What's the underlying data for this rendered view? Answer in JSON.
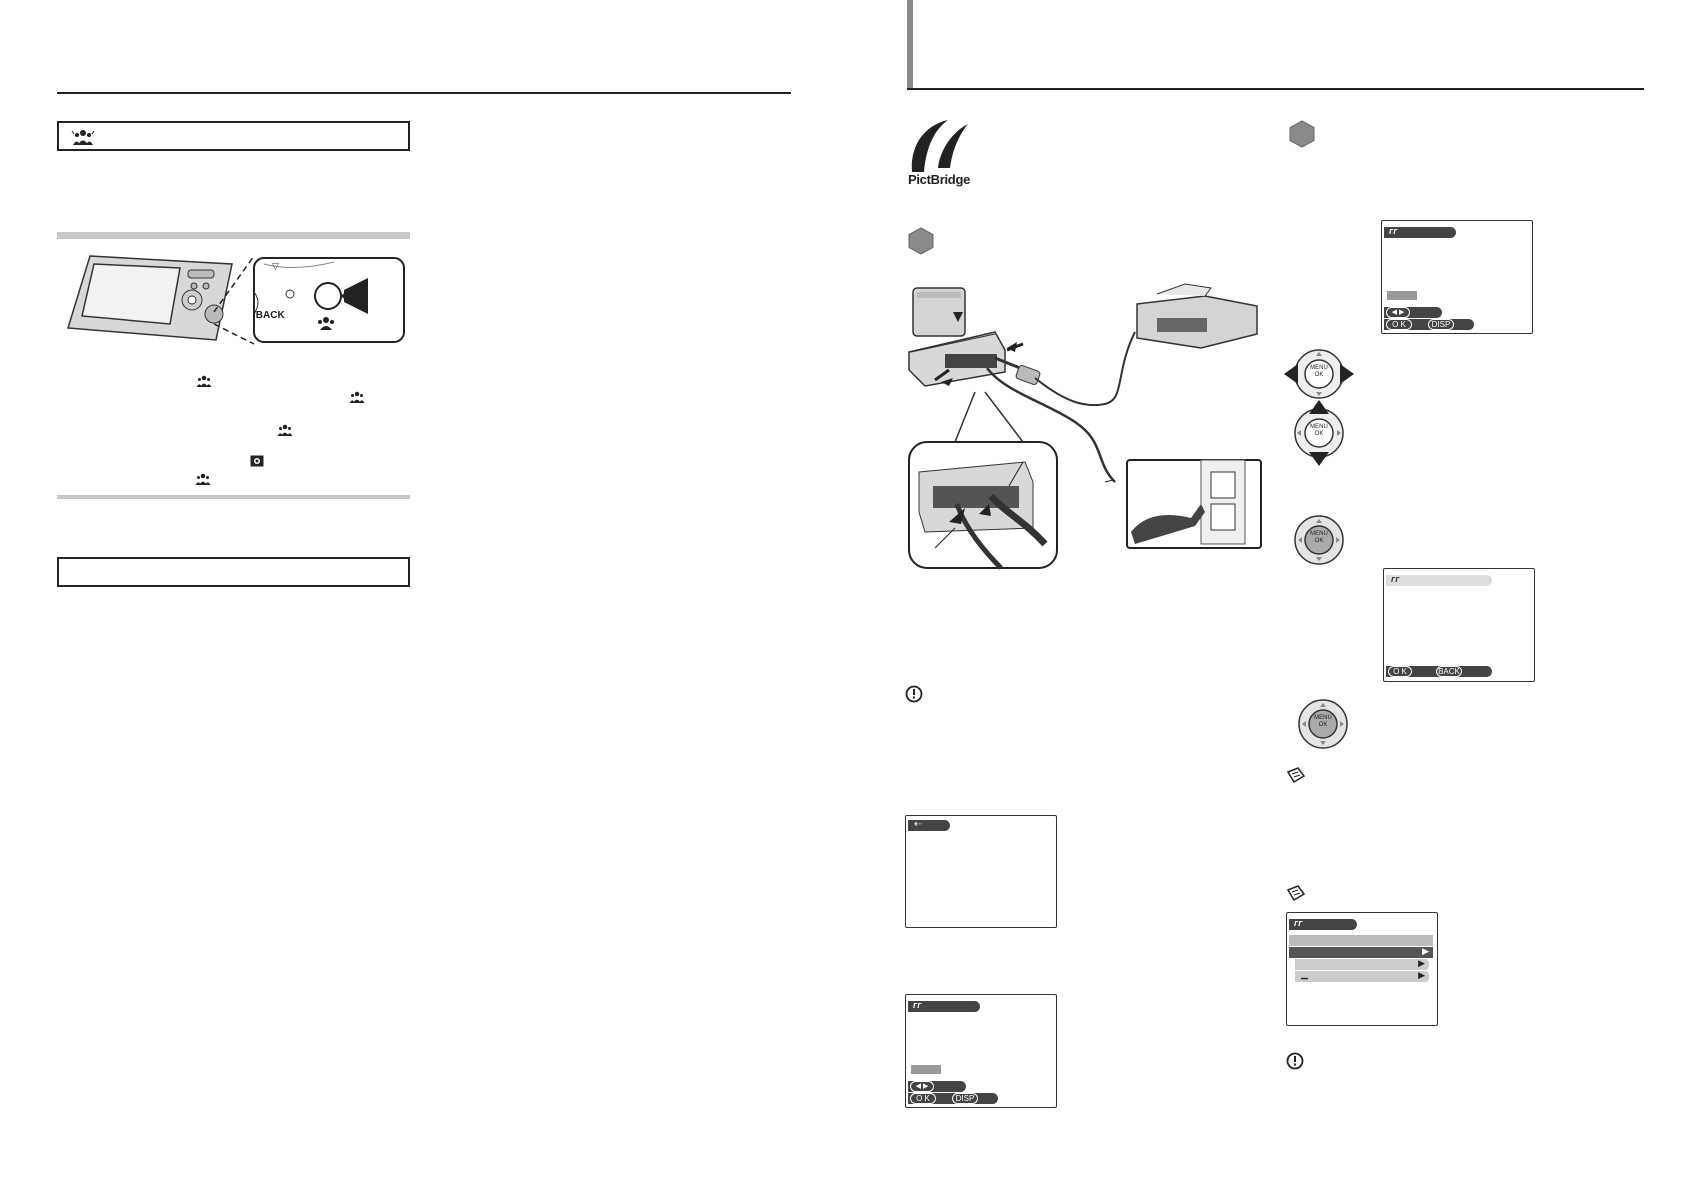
{
  "pictbridge": {
    "logo_text": "PictBridge"
  },
  "buttons": {
    "back_label": "/BACK",
    "menu_label": "MENU",
    "ok_label": "OK",
    "disp_label": "DISP",
    "back_pill_label": "BACK",
    "ok_pill_label": "O K"
  },
  "icons": {
    "group_icon": "people-group-icon",
    "camera_icon": "camera-icon",
    "caution_icon": "caution-icon",
    "memo_icon": "memo-icon",
    "usb_icon": "usb-icon",
    "pictbridge_icon": "pictbridge-icon",
    "printer_icon": "printer-icon"
  },
  "colors": {
    "ink": "#222222",
    "rule_gray": "#c8c8c8",
    "badge_gray": "#8a8a8a"
  }
}
